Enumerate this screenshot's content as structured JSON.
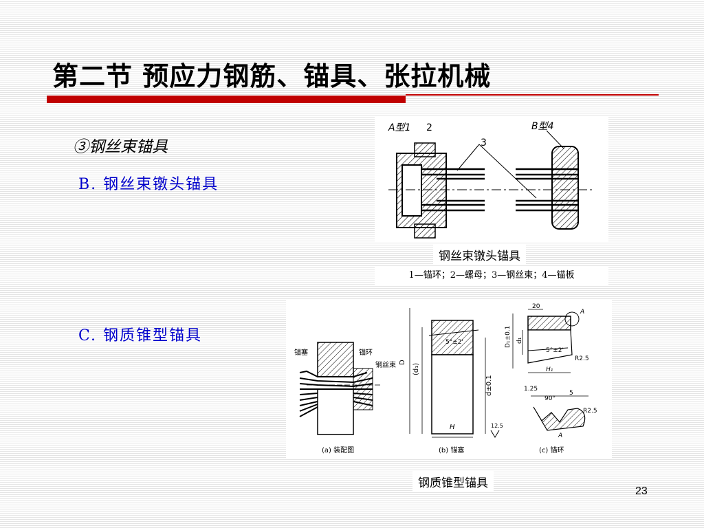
{
  "slide": {
    "title": "第二节  预应力钢筋、锚具、张拉机械",
    "subheading": "③钢丝束锚具",
    "items": [
      {
        "label": "B.  钢丝束镦头锚具"
      },
      {
        "label": "C.  钢质锥型锚具"
      }
    ],
    "page_number": "23"
  },
  "figure_upset": {
    "caption": "钢丝束镦头锚具",
    "legend": "1—锚环；2—螺母；3—钢丝束；4—锚板",
    "labels": {
      "type_a": "A型1",
      "part_2": "2",
      "part_3": "3",
      "type_b": "B型4"
    }
  },
  "figure_cone": {
    "caption": "钢质锥型锚具",
    "subcaptions": {
      "a": "(a) 装配图",
      "b": "(b) 锚塞",
      "c": "(c) 锚环"
    },
    "labels": {
      "plug": "锚塞",
      "ring": "锚环",
      "wire": "钢丝束",
      "D": "D",
      "dc": "(d₁)",
      "d": "d±0.1",
      "H": "H",
      "angle1": "5°±2'",
      "angle2": "5°±2'",
      "dim20": "20",
      "D1": "D₁±0.1",
      "d1": "d₁",
      "H1": "H₁",
      "R1": "R2.5",
      "dim125": "1.25",
      "deg90": "90°",
      "dim5": "5",
      "R2": "R2.5",
      "A": "A",
      "A2": "A",
      "rough": "12.5"
    }
  },
  "colors": {
    "accent_red": "#c00000",
    "item_blue": "#0000cc"
  }
}
